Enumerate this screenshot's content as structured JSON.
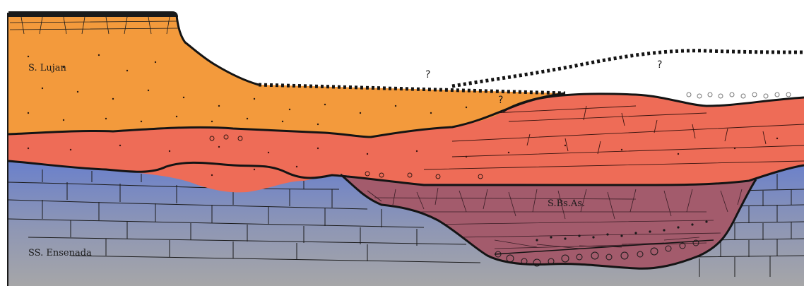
{
  "diagram": {
    "units": [
      {
        "id": "lujan",
        "label": "S. Lujan"
      },
      {
        "id": "bsas",
        "label": "S.Bs.As."
      },
      {
        "id": "ensenada",
        "label": "SS. Ensenada"
      }
    ],
    "uncertain_marks": [
      "?",
      "?",
      "?"
    ],
    "colors": {
      "lujan": "#f39a3c",
      "red_layer": "#ee6c57",
      "blue_top": "#6f83c9",
      "grey_base": "#a3a3a6",
      "bsas": "#a35b6c",
      "cap": "#1a1a1a"
    }
  }
}
